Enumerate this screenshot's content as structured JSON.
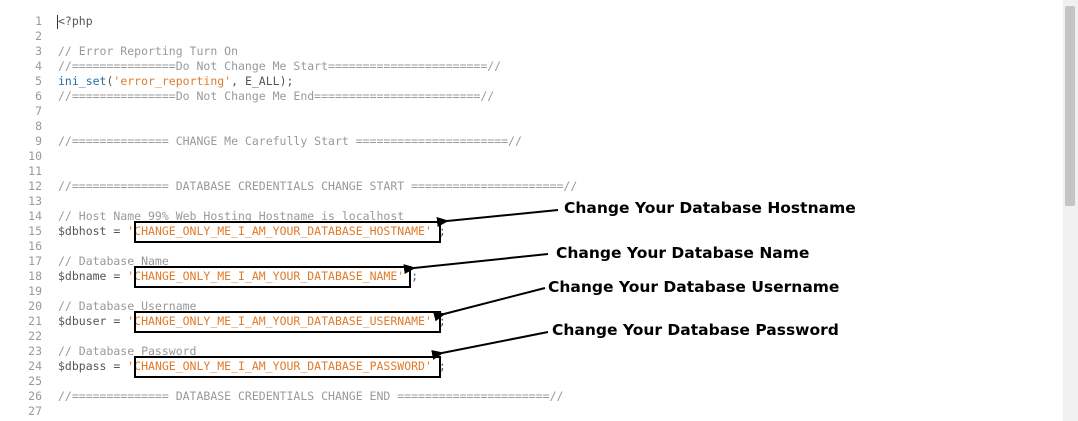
{
  "editor": {
    "lines": [
      {
        "n": "1",
        "parts": [
          {
            "c": "plain",
            "t": "<?php"
          }
        ]
      },
      {
        "n": "2",
        "parts": []
      },
      {
        "n": "3",
        "parts": [
          {
            "c": "comment",
            "t": "// Error Reporting Turn On"
          }
        ]
      },
      {
        "n": "4",
        "parts": [
          {
            "c": "comment",
            "t": "//===============Do Not Change Me Start=======================//"
          }
        ]
      },
      {
        "n": "5",
        "parts": [
          {
            "c": "fn",
            "t": "ini_set"
          },
          {
            "c": "plain",
            "t": "("
          },
          {
            "c": "str",
            "t": "'error_reporting'"
          },
          {
            "c": "plain",
            "t": ", E_ALL);"
          }
        ]
      },
      {
        "n": "6",
        "parts": [
          {
            "c": "comment",
            "t": "//===============Do Not Change Me End========================//"
          }
        ]
      },
      {
        "n": "7",
        "parts": []
      },
      {
        "n": "8",
        "parts": []
      },
      {
        "n": "9",
        "parts": [
          {
            "c": "comment",
            "t": "//============== CHANGE Me Carefully Start ======================//"
          }
        ]
      },
      {
        "n": "10",
        "parts": []
      },
      {
        "n": "11",
        "parts": []
      },
      {
        "n": "12",
        "parts": [
          {
            "c": "comment",
            "t": "//============== DATABASE CREDENTIALS CHANGE START ======================//"
          }
        ]
      },
      {
        "n": "13",
        "parts": []
      },
      {
        "n": "14",
        "parts": [
          {
            "c": "comment",
            "t": "// Host Name 99% Web Hosting Hostname is localhost"
          }
        ]
      },
      {
        "n": "15",
        "parts": [
          {
            "c": "plain",
            "t": "$dbhost = "
          },
          {
            "c": "str",
            "t": "'CHANGE_ONLY_ME_I_AM_YOUR_DATABASE_HOSTNAME'"
          },
          {
            "c": "plain",
            "t": " ;"
          }
        ]
      },
      {
        "n": "16",
        "parts": []
      },
      {
        "n": "17",
        "parts": [
          {
            "c": "comment",
            "t": "// Database Name"
          }
        ]
      },
      {
        "n": "18",
        "parts": [
          {
            "c": "plain",
            "t": "$dbname = "
          },
          {
            "c": "str",
            "t": "'CHANGE_ONLY_ME_I_AM_YOUR_DATABASE_NAME'"
          },
          {
            "c": "plain",
            "t": " ;"
          }
        ]
      },
      {
        "n": "19",
        "parts": []
      },
      {
        "n": "20",
        "parts": [
          {
            "c": "comment",
            "t": "// Database Username"
          }
        ]
      },
      {
        "n": "21",
        "parts": [
          {
            "c": "plain",
            "t": "$dbuser = "
          },
          {
            "c": "str",
            "t": "'CHANGE_ONLY_ME_I_AM_YOUR_DATABASE_USERNAME'"
          },
          {
            "c": "plain",
            "t": " ;"
          }
        ]
      },
      {
        "n": "22",
        "parts": []
      },
      {
        "n": "23",
        "parts": [
          {
            "c": "comment",
            "t": "// Database Password"
          }
        ]
      },
      {
        "n": "24",
        "parts": [
          {
            "c": "plain",
            "t": "$dbpass = "
          },
          {
            "c": "str",
            "t": "'CHANGE_ONLY_ME_I_AM_YOUR_DATABASE_PASSWORD'"
          },
          {
            "c": "plain",
            "t": " ;"
          }
        ]
      },
      {
        "n": "25",
        "parts": []
      },
      {
        "n": "26",
        "parts": [
          {
            "c": "comment",
            "t": "//============== DATABASE CREDENTIALS CHANGE END ======================//"
          }
        ]
      },
      {
        "n": "27",
        "parts": []
      }
    ]
  },
  "annotations": {
    "hostname": "Change Your Database Hostname",
    "name": "Change Your Database Name",
    "username": "Change Your Database Username",
    "password": "Change Your Database Password"
  },
  "colors": {
    "comment": "#999999",
    "string": "#e07b2a",
    "function": "#1f6fa8",
    "plain": "#555555"
  }
}
